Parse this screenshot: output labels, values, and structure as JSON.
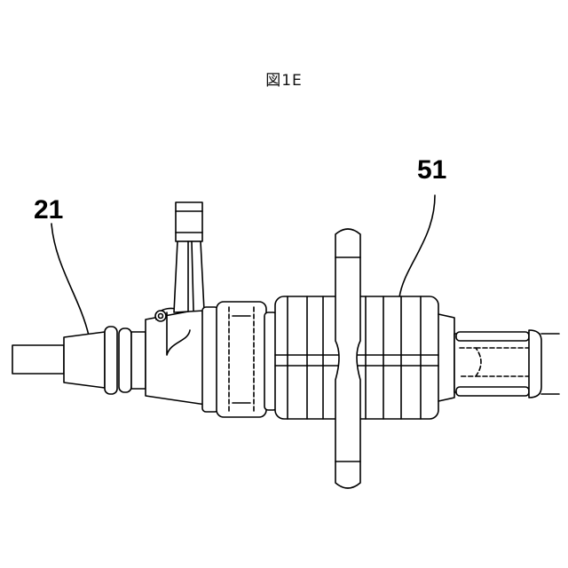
{
  "figure": {
    "title": "図1E",
    "labels": [
      {
        "ref": "21"
      },
      {
        "ref": "51"
      }
    ]
  },
  "style": {
    "stroke_color": "#000000",
    "background": "#ffffff"
  }
}
